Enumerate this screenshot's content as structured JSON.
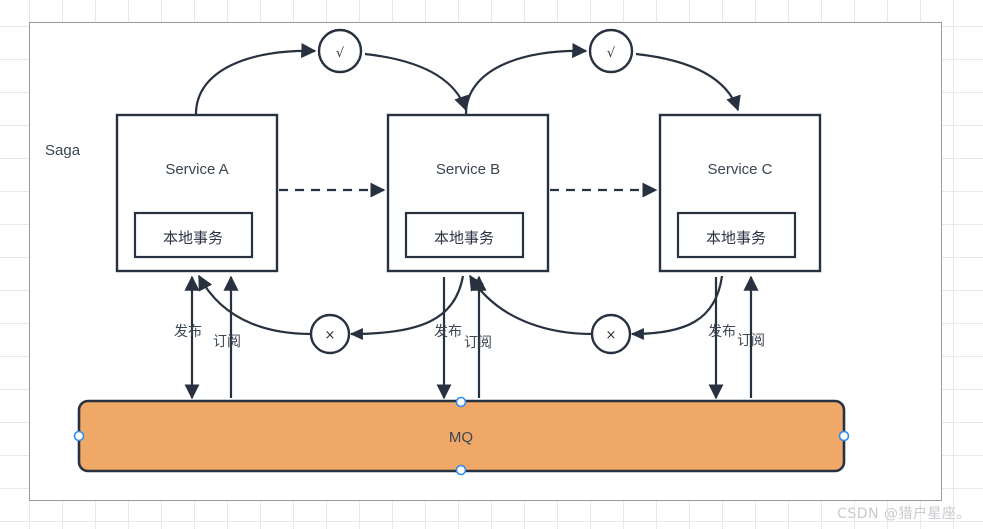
{
  "canvas": {
    "title_label": "Saga",
    "watermark": "CSDN @猎户星座。"
  },
  "colors": {
    "stroke": "#27313f",
    "mq_fill": "#f0a868",
    "mq_stroke": "#27313f",
    "handle_stroke": "#2d8cf0",
    "grid": "#e9e9ec",
    "page_border": "#9a9aa2",
    "watermark": "#c9c9cf"
  },
  "services": [
    {
      "id": "a",
      "title": "Service A",
      "inner_label": "本地事务"
    },
    {
      "id": "b",
      "title": "Service B",
      "inner_label": "本地事务"
    },
    {
      "id": "c",
      "title": "Service C",
      "inner_label": "本地事务"
    }
  ],
  "success_nodes": [
    {
      "id": "ok1",
      "symbol": "√"
    },
    {
      "id": "ok2",
      "symbol": "√"
    }
  ],
  "compensation_nodes": [
    {
      "id": "x1",
      "symbol": "×"
    },
    {
      "id": "x2",
      "symbol": "×"
    }
  ],
  "mq": {
    "label": "MQ"
  },
  "queue_edges": [
    {
      "service": "a",
      "publish": "发布",
      "subscribe": "订阅"
    },
    {
      "service": "b",
      "publish": "发布",
      "subscribe": "订阅"
    },
    {
      "service": "c",
      "publish": "发布",
      "subscribe": "订阅"
    }
  ],
  "selection_handles": [
    {
      "name": "mq-handle-left"
    },
    {
      "name": "mq-handle-right"
    },
    {
      "name": "mq-handle-top"
    },
    {
      "name": "mq-handle-bottom"
    }
  ]
}
